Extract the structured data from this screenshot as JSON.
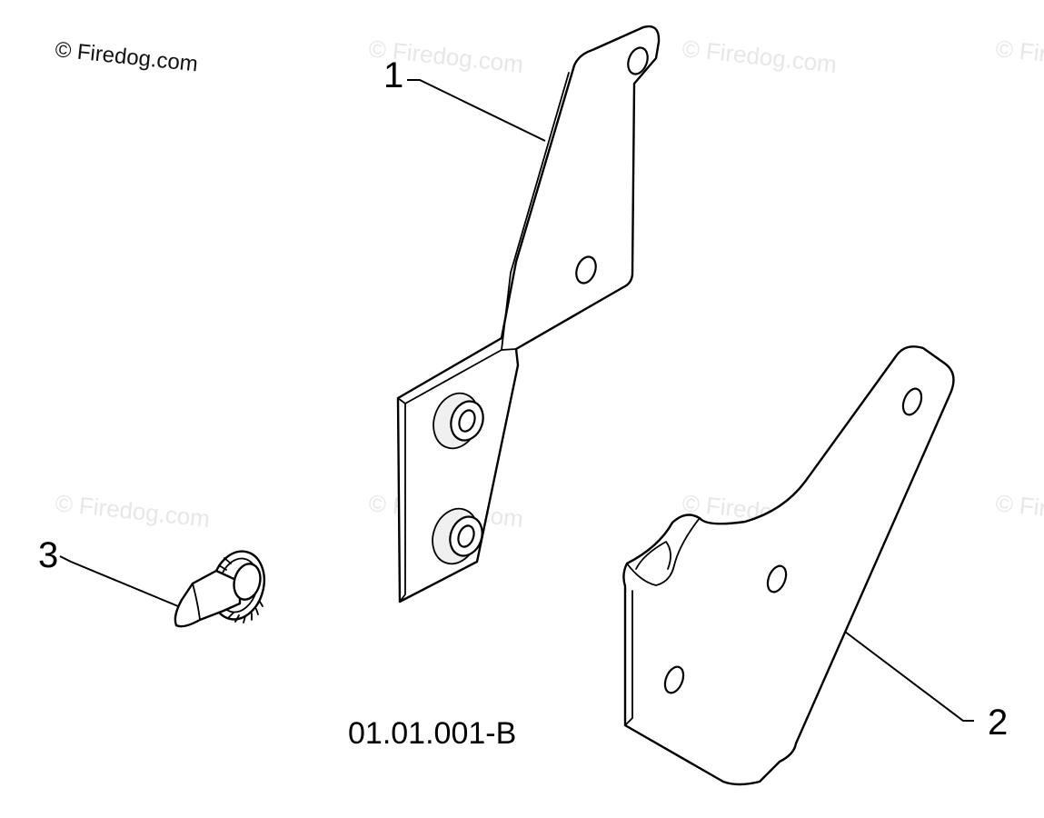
{
  "copyright": "© Firedog.com",
  "watermark": "© Firedog.com",
  "drawing_code": "01.01.001-B",
  "callouts": [
    {
      "number": "1"
    },
    {
      "number": "2"
    },
    {
      "number": "3"
    }
  ]
}
